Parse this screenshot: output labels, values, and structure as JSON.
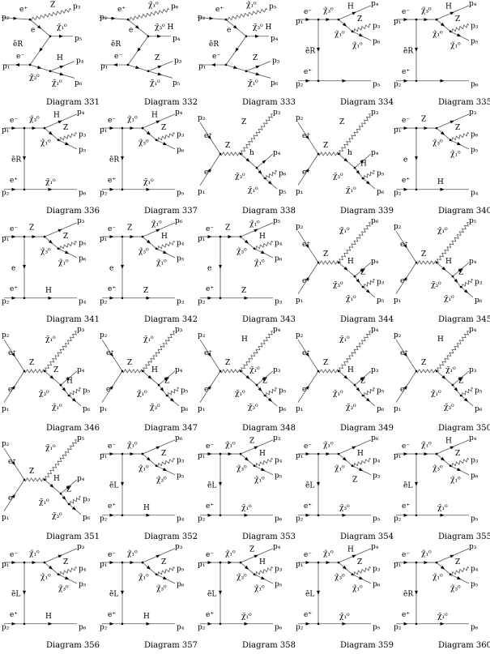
{
  "diagrams": [
    {
      "caption": "Diagram 331",
      "type": "y",
      "labels": [
        "p₂",
        "e⁺",
        "Z",
        "p₃",
        "e",
        "χ̃₁⁰",
        "p₅",
        "ẽR",
        "e⁻",
        "p₁",
        "H",
        "p₄",
        "χ̃₃⁰",
        "χ̃₁⁰",
        "p₆"
      ]
    },
    {
      "caption": "Diagram 332",
      "type": "y",
      "labels": [
        "p₂",
        "e⁺",
        "χ̃₁⁰",
        "p₆",
        "e",
        "χ̃₃⁰ H",
        "p₄",
        "ẽR",
        "e⁻",
        "p₁",
        "Z",
        "p₃",
        "",
        "χ̃₁⁰",
        "p₅"
      ]
    },
    {
      "caption": "Diagram 333",
      "type": "y",
      "labels": [
        "p₂",
        "e⁺",
        "χ̃₁⁰",
        "p₅",
        "e",
        "χ̃₃⁰ H",
        "p₄",
        "ẽR",
        "e⁻",
        "p₁",
        "Z",
        "p₃",
        "",
        "χ̃₁⁰",
        "p₆"
      ]
    },
    {
      "caption": "Diagram 334",
      "type": "t",
      "labels": [
        "p₁",
        "e⁻",
        "χ̃₃⁰",
        "H",
        "p₄",
        "ẽR",
        "Z",
        "χ̃₁⁰",
        "p₃",
        "χ̃₁⁰",
        "p₆",
        "e⁺",
        "p₂",
        "p₅",
        ""
      ]
    },
    {
      "caption": "Diagram 335",
      "type": "t",
      "labels": [
        "p₁",
        "e⁻",
        "χ̃₃⁰",
        "H",
        "p₄",
        "ẽR",
        "Z",
        "χ̃₁⁰",
        "p₃",
        "χ̃₁⁰",
        "p₅",
        "e⁺",
        "p₂",
        "p₆",
        ""
      ]
    },
    {
      "caption": "Diagram 336",
      "type": "t",
      "labels": [
        "p₁",
        "e⁻",
        "χ̃₃⁰",
        "H",
        "p₄",
        "ẽR",
        "Z",
        "χ̃₁⁰",
        "p₃",
        "",
        "p₅",
        "e⁺",
        "p₂",
        "p₆",
        "χ̃₁⁰"
      ]
    },
    {
      "caption": "Diagram 337",
      "type": "t",
      "labels": [
        "p₁",
        "e⁻",
        "χ̃₁⁰",
        "H",
        "p₄",
        "ẽR",
        "Z",
        "χ̃₃⁰",
        "p₃",
        "",
        "p₆",
        "e⁺",
        "p₂",
        "p₅",
        "χ̃₁⁰"
      ]
    },
    {
      "caption": "Diagram 338",
      "type": "s",
      "labels": [
        "p₂",
        "e⁺",
        "e⁻",
        "p₁",
        "Z",
        "Z",
        "p₃",
        "h",
        "p₄",
        "χ̃₃⁰",
        "",
        "p₆",
        "χ̃₁⁰",
        "p₅"
      ]
    },
    {
      "caption": "Diagram 339",
      "type": "s",
      "labels": [
        "p₂",
        "e⁺",
        "e⁻",
        "p₁",
        "Z",
        "Z",
        "p₃",
        "h",
        "p₄",
        "χ̃₃⁰",
        "H",
        "p₅",
        "χ̃₁⁰",
        "p₆"
      ]
    },
    {
      "caption": "Diagram 340",
      "type": "t",
      "labels": [
        "p₁",
        "e⁻",
        "Z",
        "",
        "p₃",
        "e",
        "Z",
        "χ̃₃⁰",
        "p₆",
        "χ̃₁⁰",
        "p₅",
        "e⁺",
        "p₂",
        "p₄",
        "H"
      ]
    },
    {
      "caption": "Diagram 341",
      "type": "t",
      "labels": [
        "p₁",
        "e⁻",
        "Z",
        "",
        "p₃",
        "e",
        "Z",
        "χ̃₃⁰",
        "p₅",
        "χ̃₁⁰",
        "p₆",
        "e⁺",
        "p₂",
        "p₄",
        "H"
      ]
    },
    {
      "caption": "Diagram 342",
      "type": "t",
      "labels": [
        "p₁",
        "e⁻",
        "Z",
        "χ̃₁⁰",
        "p₆",
        "e",
        "H",
        "χ̃₃⁰",
        "p₄",
        "χ̃₁⁰",
        "p₅",
        "e⁺",
        "p₂",
        "p₃",
        "Z"
      ]
    },
    {
      "caption": "Diagram 343",
      "type": "t",
      "labels": [
        "p₁",
        "e⁻",
        "Z",
        "χ̃₁⁰",
        "p₅",
        "e",
        "H",
        "χ̃₃⁰",
        "p₄",
        "χ̃₁⁰",
        "p₆",
        "e⁺",
        "p₂",
        "p₃",
        "Z"
      ]
    },
    {
      "caption": "Diagram 344",
      "type": "s",
      "labels": [
        "p₂",
        "e⁺",
        "e⁻",
        "p₁",
        "Z",
        "χ̃₁⁰",
        "p₆",
        "H",
        "p₄",
        "χ̃₃⁰",
        "Z",
        "p₃",
        "χ̃₁⁰",
        "p₅"
      ]
    },
    {
      "caption": "Diagram 345",
      "type": "s",
      "labels": [
        "p₂",
        "e⁺",
        "e⁻",
        "p₁",
        "Z",
        "χ̃₁⁰",
        "p₅",
        "H",
        "p₄",
        "χ̃₃⁰",
        "Z",
        "p₃",
        "χ̃₁⁰",
        "p₆"
      ]
    },
    {
      "caption": "Diagram 346",
      "type": "s",
      "labels": [
        "p₂",
        "e⁺",
        "e⁻",
        "p₁",
        "Z",
        "χ̃₁⁰",
        "p₃",
        "Z",
        "p₄",
        "χ̃₃⁰",
        "H",
        "p₅",
        "χ̃₁⁰",
        "p₆"
      ]
    },
    {
      "caption": "Diagram 347",
      "type": "s",
      "labels": [
        "p₂",
        "e⁺",
        "e⁻",
        "p₁",
        "Z",
        "χ̃₁⁰",
        "p₃",
        "H",
        "p₄",
        "χ̃₁⁰",
        "Z",
        "p₅",
        "χ̃₃⁰",
        "p₆"
      ]
    },
    {
      "caption": "Diagram 348",
      "type": "s",
      "labels": [
        "p₂",
        "e⁺",
        "e⁻",
        "p₁",
        "Z",
        "H",
        "p₄",
        "χ̃₁⁰",
        "p₃",
        "χ̃₁⁰",
        "Z",
        "p₅",
        "χ̃₃⁰",
        "p₆"
      ]
    },
    {
      "caption": "Diagram 349",
      "type": "s",
      "labels": [
        "p₂",
        "e⁺",
        "e⁻",
        "p₁",
        "Z",
        "χ̃₁⁰",
        "p₄",
        "H",
        "p₃",
        "χ̃₁⁰",
        "Z",
        "p₅",
        "χ̃₃⁰",
        "p₆"
      ]
    },
    {
      "caption": "Diagram 350",
      "type": "s",
      "labels": [
        "p₂",
        "e⁺",
        "e⁻",
        "p₁",
        "Z",
        "H",
        "p₄",
        "χ̃₁⁰",
        "p₃",
        "χ̃₁⁰",
        "Z",
        "p₅",
        "χ̃₃⁰",
        "p₆"
      ]
    },
    {
      "caption": "Diagram 351",
      "type": "s",
      "labels": [
        "p₂",
        "e⁺",
        "e⁻",
        "p₁",
        "Z",
        "χ̃₁⁰",
        "p₅",
        "H",
        "p₄",
        "χ̃₁⁰",
        "Z",
        "p₃",
        "χ̃₃⁰",
        "p₆"
      ]
    },
    {
      "caption": "Diagram 352",
      "type": "t",
      "labels": [
        "p₁",
        "e⁻",
        "χ̃₁⁰",
        "",
        "p₆",
        "ẽL",
        "Z",
        "χ̃₁⁰",
        "p₃",
        "χ̃₃⁰",
        "p₅",
        "e⁺",
        "p₂",
        "p₄",
        "H"
      ]
    },
    {
      "caption": "Diagram 353",
      "type": "t",
      "labels": [
        "p₁",
        "e⁻",
        "χ̃₁⁰",
        "Z",
        "p₃",
        "ẽL",
        "H",
        "χ̃₃⁰",
        "p₄",
        "χ̃₁⁰",
        "p₅",
        "e⁺",
        "p₂",
        "p₆",
        "χ̃₁⁰"
      ]
    },
    {
      "caption": "Diagram 354",
      "type": "t",
      "labels": [
        "p₁",
        "e⁻",
        "χ̃₁⁰",
        "",
        "p₆",
        "ẽL",
        "H",
        "χ̃₁⁰",
        "p₄",
        "Z",
        "p₃",
        "e⁺",
        "p₂",
        "p₅",
        "χ̃₃⁰"
      ]
    },
    {
      "caption": "Diagram 355",
      "type": "t",
      "labels": [
        "p₁",
        "e⁻",
        "χ̃₁⁰",
        "H",
        "p₄",
        "ẽL",
        "Z",
        "χ̃₃⁰",
        "p₃",
        "χ̃₁⁰",
        "p₆",
        "e⁺",
        "p₂",
        "p₅",
        "χ̃₁⁰"
      ]
    },
    {
      "caption": "Diagram 356",
      "type": "t",
      "labels": [
        "p₁",
        "e⁻",
        "χ̃₁⁰",
        "",
        "p₃",
        "ẽL",
        "Z",
        "χ̃₁⁰",
        "p₄",
        "χ̃₃⁰",
        "p₅",
        "e⁺",
        "p₂",
        "p₆",
        "H"
      ]
    },
    {
      "caption": "Diagram 357",
      "type": "t",
      "labels": [
        "p₁",
        "e⁻",
        "χ̃₁⁰",
        "",
        "p₃",
        "ẽL",
        "Z",
        "χ̃₁⁰",
        "p₅",
        "χ̃₃⁰",
        "p₆",
        "e⁺",
        "p₂",
        "p₄",
        "H"
      ]
    },
    {
      "caption": "Diagram 358",
      "type": "t",
      "labels": [
        "p₁",
        "e⁻",
        "χ̃₁⁰",
        "Z",
        "p₄",
        "ẽL",
        "H",
        "χ̃₃⁰",
        "p₃",
        "χ̃₁⁰",
        "p₅",
        "e⁺",
        "p₂",
        "p₆",
        "χ̃₁⁰"
      ]
    },
    {
      "caption": "Diagram 359",
      "type": "t",
      "labels": [
        "p₁",
        "e⁻",
        "χ̃₁⁰",
        "H",
        "p₄",
        "ẽL",
        "Z",
        "χ̃₃⁰",
        "p₃",
        "χ̃₁⁰",
        "p₆",
        "e⁺",
        "p₂",
        "p₅",
        "χ̃₁⁰"
      ]
    },
    {
      "caption": "Diagram 360",
      "type": "t",
      "labels": [
        "p₁",
        "e⁻",
        "χ̃₁⁰",
        "",
        "p₃",
        "ẽR",
        "Z",
        "χ̃₁⁰",
        "p₄",
        "χ̃₃⁰",
        "p₅",
        "e⁺",
        "p₂",
        "p₆",
        "χ̃₁⁰"
      ]
    }
  ]
}
